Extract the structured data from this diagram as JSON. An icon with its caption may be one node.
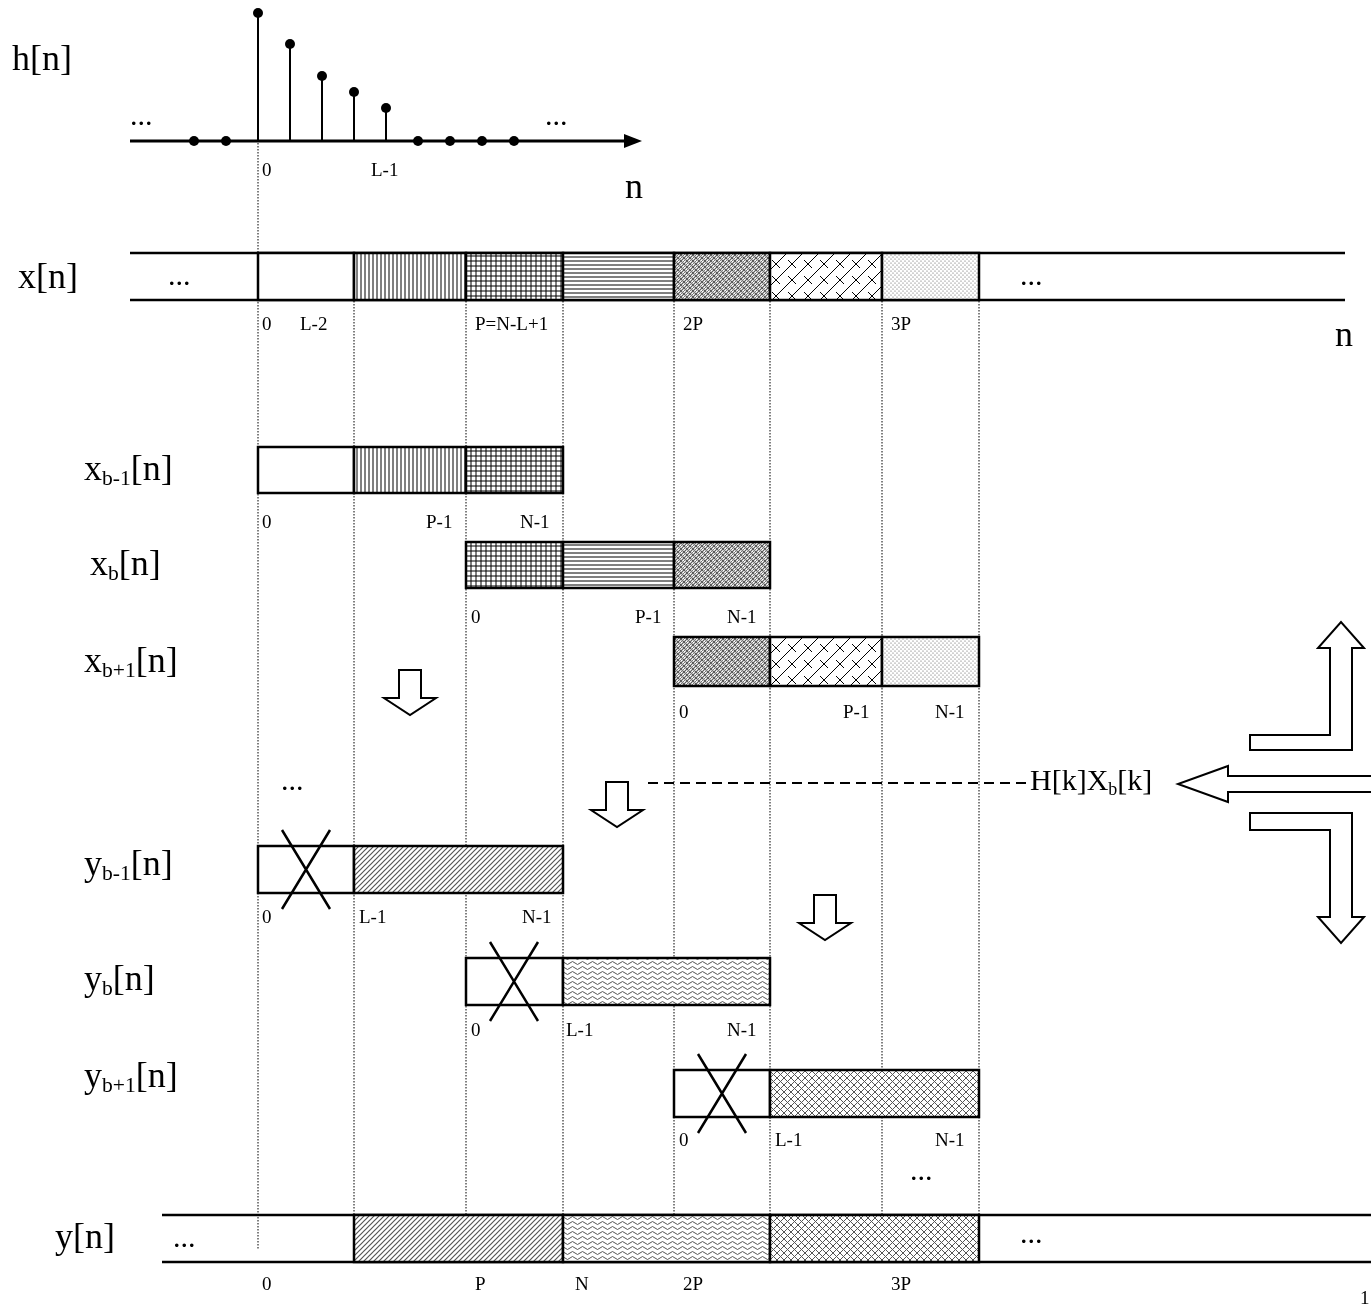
{
  "diagram": {
    "nodes": [
      {
        "text": [
          "H[k]X$_{b}$[k]"
        ]
      },
      {
        "text": [],
        "shape": "arrow"
      },
      {
        "text": [],
        "shape": "arrow"
      },
      {
        "text": [],
        "shape": "arrow"
      }
    ],
    "edges": [
      {
        "from": 0,
        "to": 1,
        "arrow": "none",
        "style": "dashed"
      },
      {
        "from": null,
        "to": 0,
        "arrow": "to"
      }
    ],
    "labels": [
      "h[n]",
      "...",
      "...",
      "0",
      "L-1",
      "n",
      "x[n]",
      "...",
      "...",
      "0",
      "L-2",
      "P=N-L+1",
      "2P",
      "3P",
      "n",
      "x$_{b-1}$[n]",
      "0",
      "P-1",
      "N-1",
      "x$_{b}$[n]",
      "0",
      "P-1",
      "N-1",
      "x$_{b+1}$[n]",
      "0",
      "P-1",
      "N-1",
      "...",
      "y$_{b-1}$[n]",
      "0",
      "L-1",
      "N-1",
      "y$_{b}$[n]",
      "0",
      "L-1",
      "N-1",
      "y$_{b+1}$[n]",
      "0",
      "L-1",
      "N-1",
      "...",
      "y[n]",
      "...",
      "...",
      "0",
      "P",
      "N",
      "2P",
      "3P",
      "1"
    ]
  }
}
